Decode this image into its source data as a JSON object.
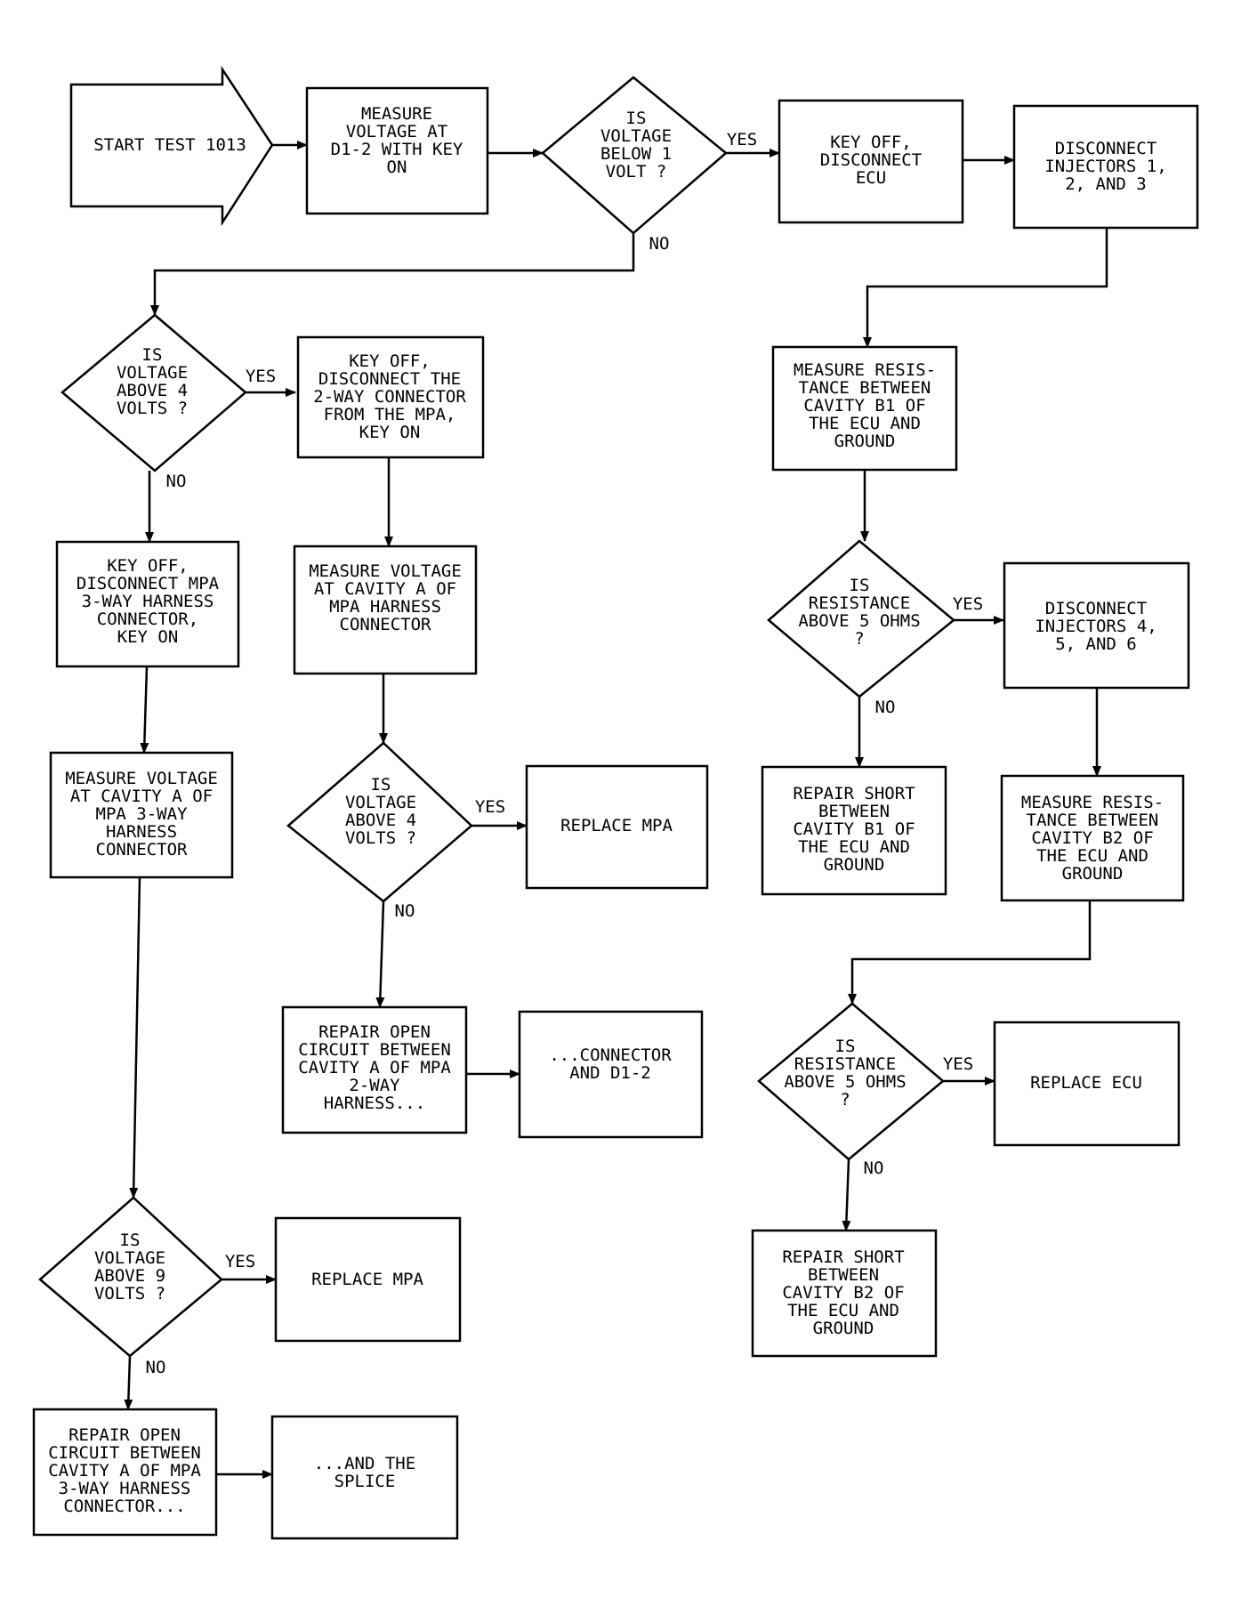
{
  "nodes": {
    "start": {
      "lines": [
        "START TEST 1013"
      ]
    },
    "b1": {
      "lines": [
        "MEASURE",
        "VOLTAGE AT",
        "D1-2 WITH KEY",
        "ON"
      ]
    },
    "d1": {
      "lines": [
        "IS",
        "VOLTAGE",
        "BELOW 1",
        "VOLT ?"
      ]
    },
    "b2": {
      "lines": [
        "KEY OFF,",
        "DISCONNECT",
        "ECU"
      ]
    },
    "b3": {
      "lines": [
        "DISCONNECT",
        "INJECTORS 1,",
        "2, AND 3"
      ]
    },
    "d2": {
      "lines": [
        "IS",
        "VOLTAGE",
        "ABOVE 4",
        "VOLTS ?"
      ]
    },
    "b4": {
      "lines": [
        "KEY OFF,",
        "DISCONNECT THE",
        "2-WAY CONNECTOR",
        "FROM THE MPA,",
        "KEY ON"
      ]
    },
    "b5": {
      "lines": [
        "MEASURE RESIS-",
        "TANCE BETWEEN",
        "CAVITY B1 OF",
        "THE ECU AND",
        "GROUND"
      ]
    },
    "b6": {
      "lines": [
        "KEY OFF,",
        "DISCONNECT MPA",
        "3-WAY HARNESS",
        "CONNECTOR,",
        "KEY ON"
      ]
    },
    "b7": {
      "lines": [
        "MEASURE VOLTAGE",
        "AT CAVITY A OF",
        "MPA HARNESS",
        "CONNECTOR"
      ]
    },
    "d3": {
      "lines": [
        "IS",
        "RESISTANCE",
        "ABOVE 5 OHMS",
        "?"
      ]
    },
    "b8": {
      "lines": [
        "DISCONNECT",
        "INJECTORS 4,",
        "5, AND 6"
      ]
    },
    "b9": {
      "lines": [
        "MEASURE VOLTAGE",
        "AT CAVITY A OF",
        "MPA 3-WAY",
        "HARNESS",
        "CONNECTOR"
      ]
    },
    "d4": {
      "lines": [
        "IS",
        "VOLTAGE",
        "ABOVE 4",
        "VOLTS ?"
      ]
    },
    "b10": {
      "lines": [
        "REPLACE MPA"
      ]
    },
    "b11": {
      "lines": [
        "REPAIR SHORT",
        "BETWEEN",
        "CAVITY B1 OF",
        "THE ECU AND",
        "GROUND"
      ]
    },
    "b12": {
      "lines": [
        "MEASURE RESIS-",
        "TANCE BETWEEN",
        "CAVITY B2 OF",
        "THE ECU AND",
        "GROUND"
      ]
    },
    "b13": {
      "lines": [
        "REPAIR OPEN",
        "CIRCUIT BETWEEN",
        "CAVITY A OF MPA",
        "2-WAY",
        "HARNESS..."
      ]
    },
    "b14": {
      "lines": [
        "...CONNECTOR",
        "AND D1-2"
      ]
    },
    "d5": {
      "lines": [
        "IS",
        "RESISTANCE",
        "ABOVE 5 OHMS",
        "?"
      ]
    },
    "b15": {
      "lines": [
        "REPLACE ECU"
      ]
    },
    "d6": {
      "lines": [
        "IS",
        "VOLTAGE",
        "ABOVE 9",
        "VOLTS ?"
      ]
    },
    "b16": {
      "lines": [
        "REPLACE MPA"
      ]
    },
    "b17": {
      "lines": [
        "REPAIR SHORT",
        "BETWEEN",
        "CAVITY B2 OF",
        "THE ECU AND",
        "GROUND"
      ]
    },
    "b18": {
      "lines": [
        "REPAIR OPEN",
        "CIRCUIT BETWEEN",
        "CAVITY A OF MPA",
        "3-WAY HARNESS",
        "CONNECTOR..."
      ]
    },
    "b19": {
      "lines": [
        "...AND THE",
        "SPLICE"
      ]
    }
  },
  "edge_labels": {
    "d1_yes": "YES",
    "d1_no": "NO",
    "d2_yes": "YES",
    "d2_no": "NO",
    "d3_yes": "YES",
    "d3_no": "NO",
    "d4_yes": "YES",
    "d4_no": "NO",
    "d5_yes": "YES",
    "d5_no": "NO",
    "d6_yes": "YES",
    "d6_no": "NO"
  }
}
